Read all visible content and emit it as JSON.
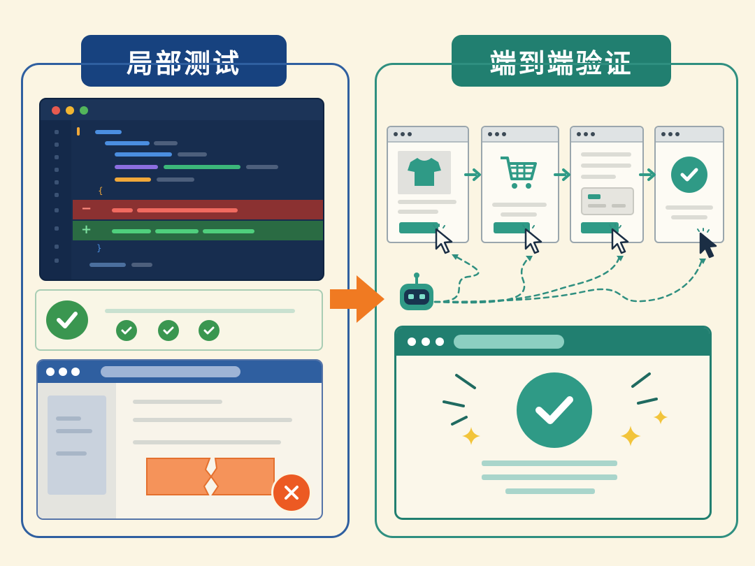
{
  "left_section": {
    "title": "局部测试"
  },
  "right_section": {
    "title": "端到端验证"
  },
  "code_editor": {
    "diff_removed_marker": "−",
    "diff_added_marker": "+"
  },
  "colors": {
    "left_accent": "#17427f",
    "right_accent": "#217f70",
    "arrow": "#f07a22",
    "pass_green": "#3a9650",
    "fail_orange": "#f5873f"
  },
  "icons": [
    "window-controls",
    "check-icon",
    "broken-button",
    "close-icon",
    "tshirt-icon",
    "cart-icon",
    "card-icon",
    "cursor-icon",
    "robot-icon",
    "sparkle-icon"
  ]
}
